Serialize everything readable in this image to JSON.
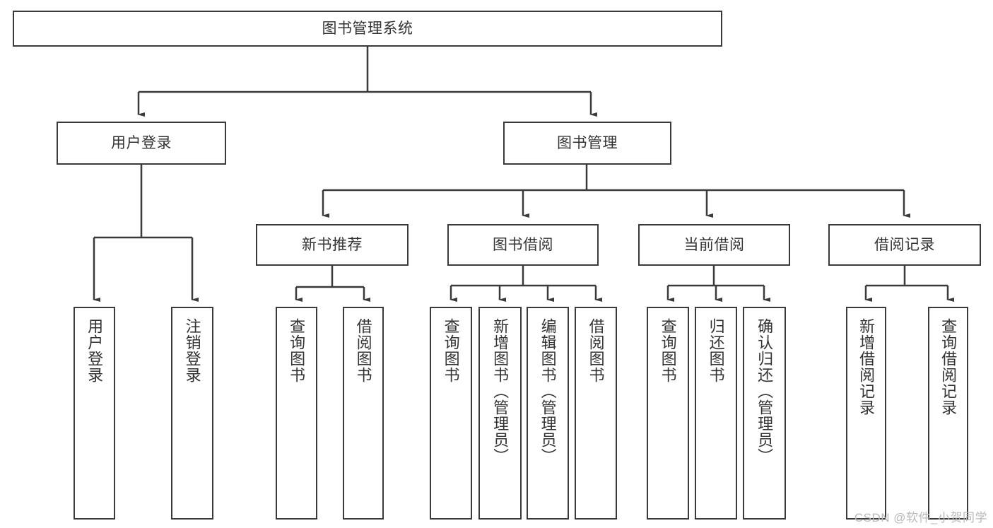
{
  "diagram": {
    "title": "图书管理系统",
    "type": "hierarchy-tree",
    "colors": {
      "box_border": "#3a3a3a",
      "box_fill": "#ffffff",
      "text": "#333333",
      "connector": "#3a3a3a",
      "watermark": "#b9b9b9",
      "background": "#ffffff"
    },
    "root": {
      "label": "图书管理系统"
    },
    "level2": [
      {
        "label": "用户登录"
      },
      {
        "label": "图书管理"
      }
    ],
    "level3": [
      {
        "label": "新书推荐"
      },
      {
        "label": "图书借阅"
      },
      {
        "label": "当前借阅"
      },
      {
        "label": "借阅记录"
      }
    ],
    "leaves": {
      "user_login": [
        {
          "label": "用户登录"
        },
        {
          "label": "注销登录"
        }
      ],
      "new_book_recommend": [
        {
          "label": "查询图书"
        },
        {
          "label": "借阅图书"
        }
      ],
      "book_borrow": [
        {
          "label": "查询图书"
        },
        {
          "label": "新增图书（管理员）"
        },
        {
          "label": "编辑图书（管理员）"
        },
        {
          "label": "借阅图书"
        }
      ],
      "current_borrow": [
        {
          "label": "查询图书"
        },
        {
          "label": "归还图书"
        },
        {
          "label": "确认归还（管理员）"
        }
      ],
      "borrow_record": [
        {
          "label": "新增借阅记录"
        },
        {
          "label": "查询借阅记录"
        }
      ]
    },
    "watermark": "CSDN @软件_小贺同学"
  }
}
